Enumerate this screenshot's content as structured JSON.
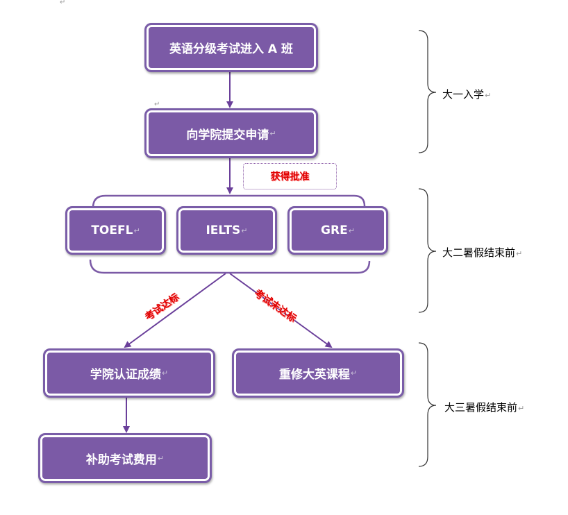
{
  "stages": [
    {
      "id": "a_class",
      "label": "英语分级考试进入 A 班"
    },
    {
      "id": "apply",
      "label": "向学院提交申请"
    },
    {
      "id": "toefl",
      "label": "TOEFL"
    },
    {
      "id": "ielts",
      "label": "IELTS"
    },
    {
      "id": "gre",
      "label": "GRE"
    },
    {
      "id": "certify",
      "label": "学院认证成绩"
    },
    {
      "id": "retake",
      "label": "重修大英课程"
    },
    {
      "id": "subsidy",
      "label": "补助考试费用"
    }
  ],
  "edge_labels": {
    "approved": "获得批准",
    "passed": "考试达标",
    "not_passed": "考试未达标"
  },
  "timeline": [
    {
      "label": "大一入学"
    },
    {
      "label": "大二暑假结束前"
    },
    {
      "label": "大三暑假结束前"
    }
  ],
  "return_mark": "↵",
  "colors": {
    "box_fill": "#7b5aa6",
    "arrow": "#6a3f9a",
    "highlight_text": "#e00000"
  }
}
